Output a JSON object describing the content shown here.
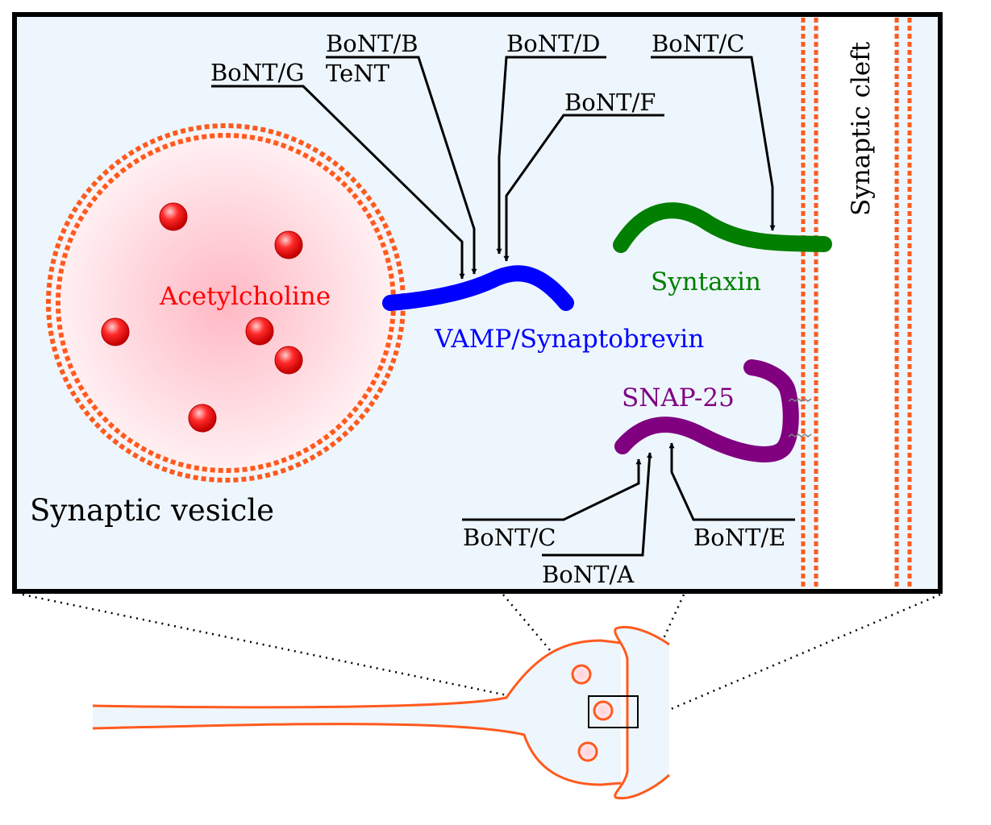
{
  "labels": {
    "synaptic_vesicle": "Synaptic vesicle",
    "acetylcholine": "Acetylcholine",
    "vamp": "VAMP/Synaptobrevin",
    "syntaxin": "Syntaxin",
    "snap25": "SNAP-25",
    "synaptic_cleft": "Synaptic cleft"
  },
  "toxins": {
    "bont_g": "BoNT/G",
    "bont_b": "BoNT/B",
    "tent": "TeNT",
    "bont_d": "BoNT/D",
    "bont_f": "BoNT/F",
    "bont_c_top": "BoNT/C",
    "bont_c_bottom": "BoNT/C",
    "bont_a": "BoNT/A",
    "bont_e": "BoNT/E"
  },
  "colors": {
    "panel_bg": "#eef6fd",
    "membrane": "#ff5a1e",
    "acetylcholine": "#ff0000",
    "vamp": "#0000ff",
    "syntaxin": "#007f00",
    "snap25": "#800080",
    "outline": "#000000"
  }
}
